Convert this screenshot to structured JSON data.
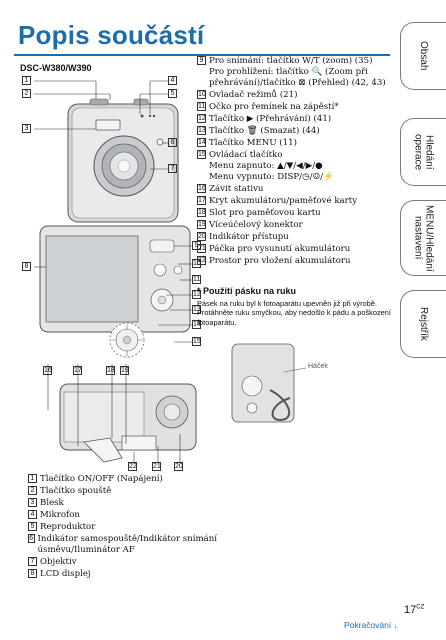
{
  "page": {
    "title": "Popis součástí",
    "model": "DSC-W380/W390",
    "page_number": "17",
    "page_number_suffix": "CZ",
    "continue_label": "Pokračování"
  },
  "tabs": [
    "Obsah",
    "Hledání operace",
    "MENU/Hledání nastavení",
    "Rejstřík"
  ],
  "callouts": [
    "1",
    "2",
    "3",
    "4",
    "5",
    "6",
    "7",
    "8",
    "9",
    "10",
    "11",
    "12",
    "13",
    "14",
    "15",
    "16",
    "17",
    "18",
    "19",
    "20",
    "21",
    "22"
  ],
  "parts_right": [
    {
      "n": "9",
      "lines": [
        "Pro snímání: tlačítko W/T (zoom) (35)",
        "Pro prohlížení: tlačítko 🔍 (Zoom při přehrávání)/tlačítko ⊠ (Přehled) (42, 43)"
      ]
    },
    {
      "n": "10",
      "lines": [
        "Ovladač režimů (21)"
      ]
    },
    {
      "n": "11",
      "lines": [
        "Očko pro řemínek na zápěstí*"
      ]
    },
    {
      "n": "12",
      "lines": [
        "Tlačítko ▶ (Přehrávání) (41)"
      ]
    },
    {
      "n": "13",
      "lines": [
        "Tlačítko 🗑 (Smazat) (44)"
      ]
    },
    {
      "n": "14",
      "lines": [
        "Tlačítko MENU (11)"
      ]
    },
    {
      "n": "15",
      "lines": [
        "Ovládací tlačítko",
        "Menu zapnuto: ▲/▼/◀/▶/●",
        "Menu vypnuto: DISP/◷/☺/⚡"
      ]
    },
    {
      "n": "16",
      "lines": [
        "Závit stativu"
      ]
    },
    {
      "n": "17",
      "lines": [
        "Kryt akumulátoru/paměťové karty"
      ]
    },
    {
      "n": "18",
      "lines": [
        "Slot pro paměťovou kartu"
      ]
    },
    {
      "n": "19",
      "lines": [
        "Víceúčelový konektor"
      ]
    },
    {
      "n": "20",
      "lines": [
        "Indikátor přístupu"
      ]
    },
    {
      "n": "21",
      "lines": [
        "Páčka pro vysunutí akumulátoru"
      ]
    },
    {
      "n": "22",
      "lines": [
        "Prostor pro vložení akumulátoru"
      ]
    }
  ],
  "strap": {
    "title": "* Použití pásku na ruku",
    "text": "Pásek na ruku byl k fotoaparátu upevněn již při výrobě. Protáhněte ruku smyčkou, aby nedošlo k pádu a poškození fotoaparátu.",
    "label": "Háček"
  },
  "parts_left": [
    {
      "n": "1",
      "lines": [
        "Tlačítko ON/OFF (Napájení)"
      ]
    },
    {
      "n": "2",
      "lines": [
        "Tlačítko spouště"
      ]
    },
    {
      "n": "3",
      "lines": [
        "Blesk"
      ]
    },
    {
      "n": "4",
      "lines": [
        "Mikrofon"
      ]
    },
    {
      "n": "5",
      "lines": [
        "Reproduktor"
      ]
    },
    {
      "n": "6",
      "lines": [
        "Indikátor samospouště/Indikátor snímání úsměvu/Iluminátor AF"
      ]
    },
    {
      "n": "7",
      "lines": [
        "Objektiv"
      ]
    },
    {
      "n": "8",
      "lines": [
        "LCD displej"
      ]
    }
  ]
}
